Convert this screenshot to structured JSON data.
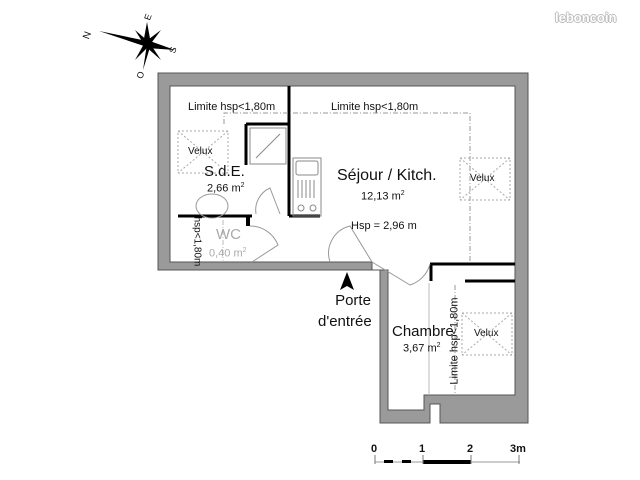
{
  "brand": "leboncoin",
  "compass": {
    "north": "N",
    "east": "E",
    "south": "S",
    "west": "O"
  },
  "labels": {
    "limit_top_left": "Limite hsp<1,80m",
    "limit_top_center": "Limite hsp<1,80m",
    "limit_vertical_wc": "hsp<1,80m",
    "limit_vertical_chambre": "Limite hsp<1,80m"
  },
  "rooms": {
    "sde": {
      "name": "S.d.E.",
      "area": "2,66 m",
      "unit_sup": "2"
    },
    "sejour": {
      "name": "Séjour / Kitch.",
      "area": "12,13 m",
      "unit_sup": "2",
      "hsp": "Hsp = 2,96 m"
    },
    "wc": {
      "name": "WC",
      "area": "0,40 m",
      "unit_sup": "2"
    },
    "chambre": {
      "name": "Chambre",
      "area": "3,67 m",
      "unit_sup": "2"
    }
  },
  "velux": [
    "Velux",
    "Velux",
    "Velux"
  ],
  "entrance": {
    "line1": "Porte",
    "line2": "d'entrée"
  },
  "scale": {
    "ticks": [
      "0",
      "1",
      "2",
      "3m"
    ]
  },
  "colors": {
    "wall": "#9a9a9a",
    "wall_edge": "#555555",
    "dash": "#999999"
  }
}
